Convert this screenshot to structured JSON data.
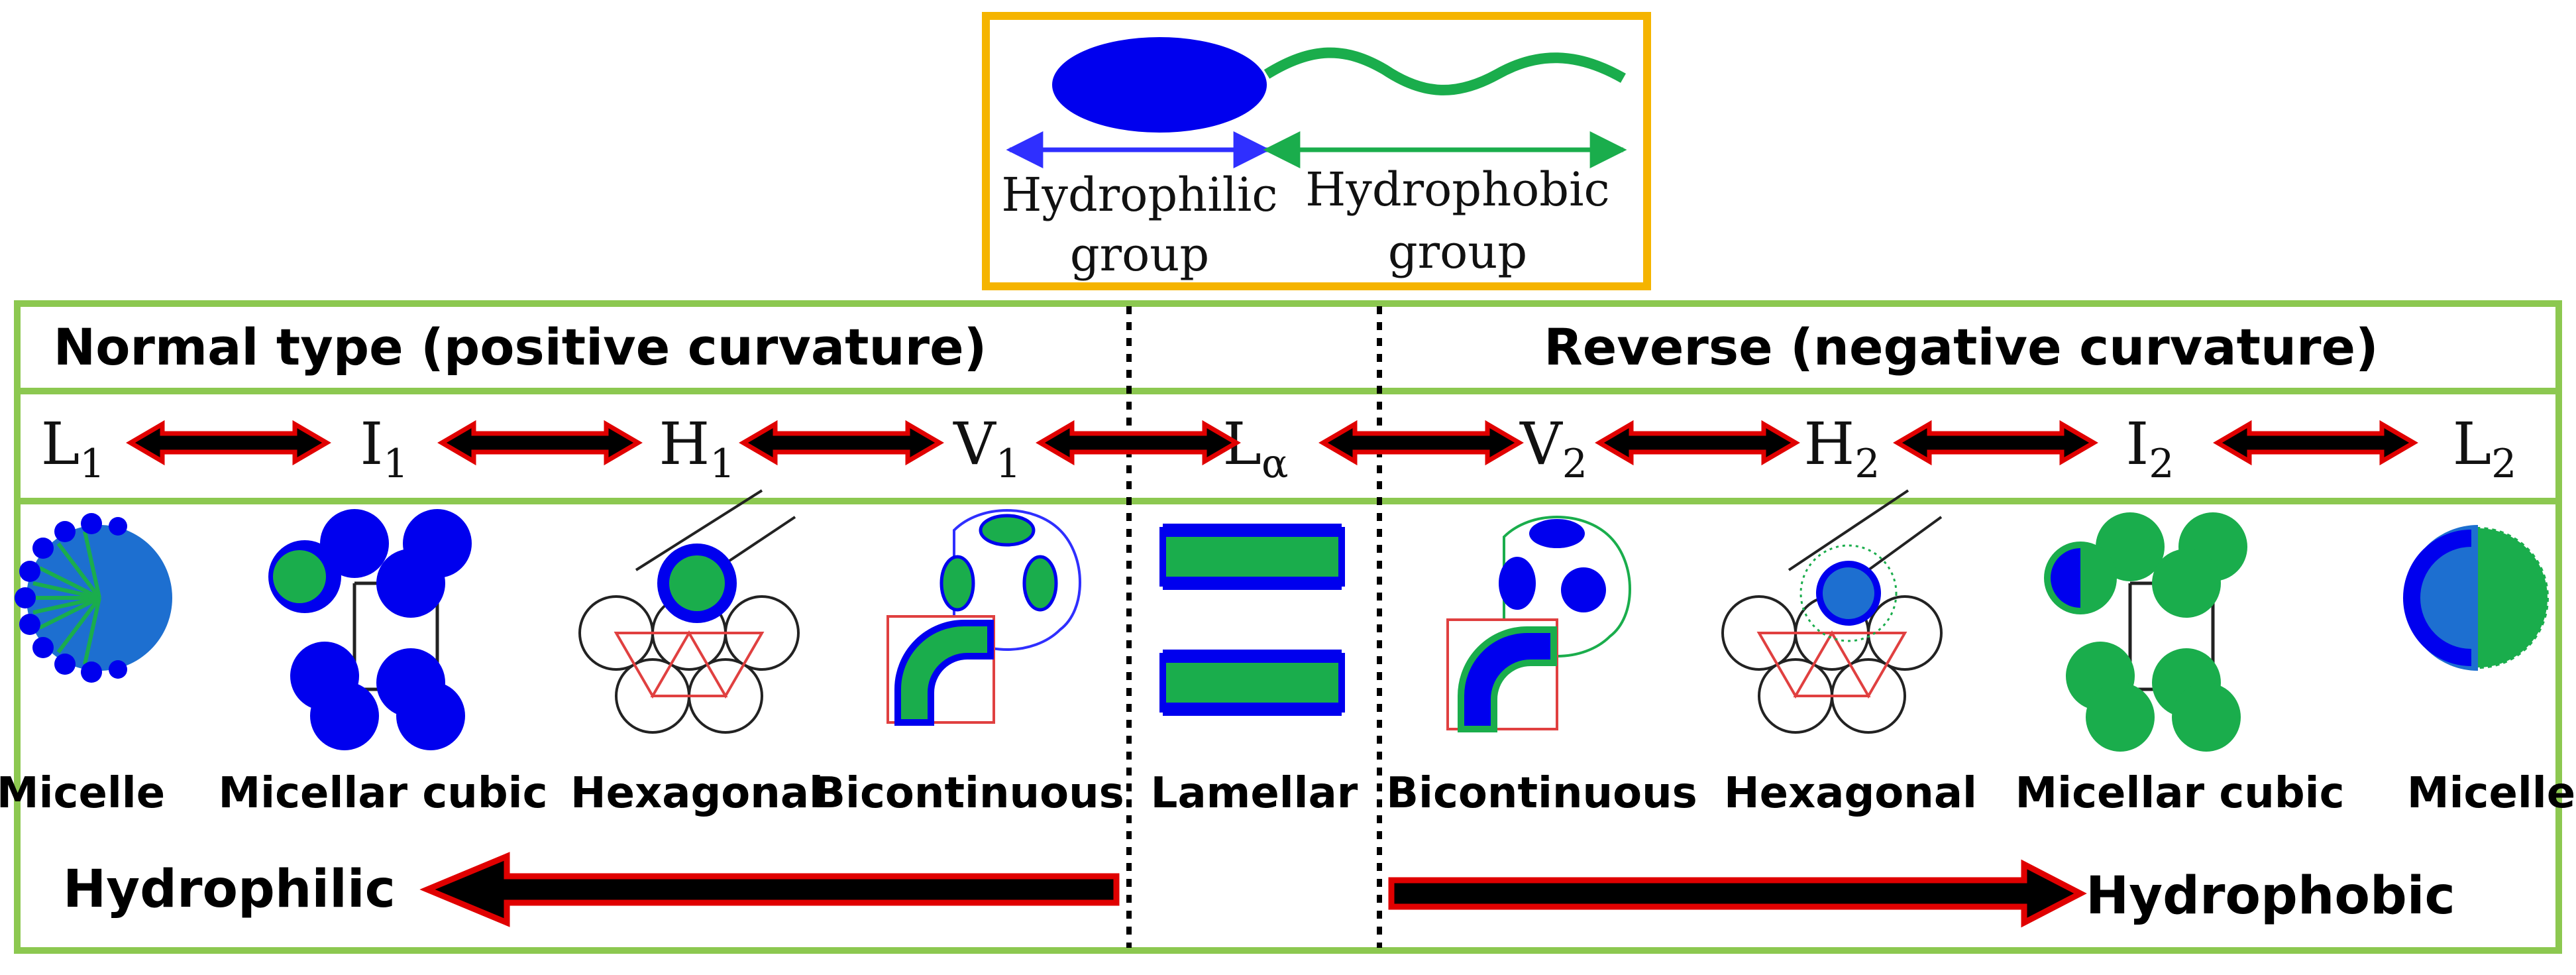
{
  "legend": {
    "hydrophilic_line1": "Hydrophilic",
    "hydrophilic_line2": "group",
    "hydrophobic_line1": "Hydrophobic",
    "hydrophobic_line2": "group"
  },
  "headers": {
    "normal": "Normal type (positive curvature)",
    "reverse": "Reverse (negative curvature)"
  },
  "phases": [
    {
      "base": "L",
      "sub": "1"
    },
    {
      "base": "I",
      "sub": "1"
    },
    {
      "base": "H",
      "sub": "1"
    },
    {
      "base": "V",
      "sub": "1"
    },
    {
      "base": "L",
      "sub": "α"
    },
    {
      "base": "V",
      "sub": "2"
    },
    {
      "base": "H",
      "sub": "2"
    },
    {
      "base": "I",
      "sub": "2"
    },
    {
      "base": "L",
      "sub": "2"
    }
  ],
  "structures": [
    "Micelle",
    "Micellar cubic",
    "Hexagonal",
    "Bicontinuous",
    "Lamellar",
    "Bicontinuous",
    "Hexagonal",
    "Micellar cubic",
    "Micelle"
  ],
  "arrows": {
    "left_label": "Hydrophilic",
    "right_label": "Hydrophobic"
  },
  "colors": {
    "frame_orange": "#f5b400",
    "frame_green": "#8cc850",
    "head_blue": "#0000ff",
    "tail_green": "#1aad4c",
    "arrow_red": "#e00000",
    "arrow_black": "#000000"
  }
}
